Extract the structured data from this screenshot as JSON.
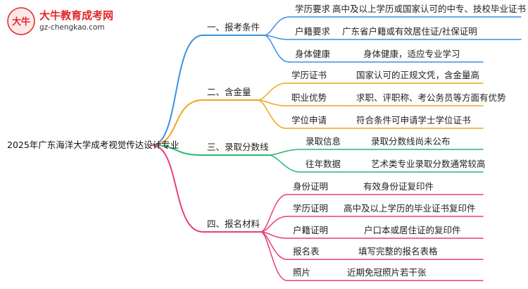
{
  "logo": {
    "name": "大牛教育成考网",
    "url": "gz-chengkao.com",
    "mark": "大牛"
  },
  "root": "2025年广东海洋大学成考视觉传达设计专业",
  "branches": [
    {
      "label": "一、报考条件",
      "color": "#3b8fe0",
      "items": [
        {
          "label": "学历要求",
          "detail": "高中及以上学历或国家认可的中专、技校毕业证书"
        },
        {
          "label": "户籍要求",
          "detail": "广东省户籍或有效居住证/社保证明"
        },
        {
          "label": "身体健康",
          "detail": "身体健康，适应专业学习"
        }
      ]
    },
    {
      "label": "二、含金量",
      "color": "#f0a51c",
      "items": [
        {
          "label": "学历证书",
          "detail": "国家认可的正规文凭，含金量高"
        },
        {
          "label": "职业优势",
          "detail": "求职、评职称、考公务员等方面有优势"
        },
        {
          "label": "学位申请",
          "detail": "符合条件可申请学士学位证书"
        }
      ]
    },
    {
      "label": "三、录取分数线",
      "color": "#2ab673",
      "items": [
        {
          "label": "录取信息",
          "detail": "录取分数线尚未公布"
        },
        {
          "label": "往年数据",
          "detail": "艺术类专业录取分数通常较高"
        }
      ]
    },
    {
      "label": "四、报名材料",
      "color": "#e83d7c",
      "items": [
        {
          "label": "身份证明",
          "detail": "有效身份证复印件"
        },
        {
          "label": "学历证明",
          "detail": "高中及以上学历的毕业证书复印件"
        },
        {
          "label": "户籍证明",
          "detail": "户口本或居住证的复印件"
        },
        {
          "label": "报名表",
          "detail": "填写完整的报名表格"
        },
        {
          "label": "照片",
          "detail": "近期免冠照片若干张"
        }
      ]
    }
  ]
}
